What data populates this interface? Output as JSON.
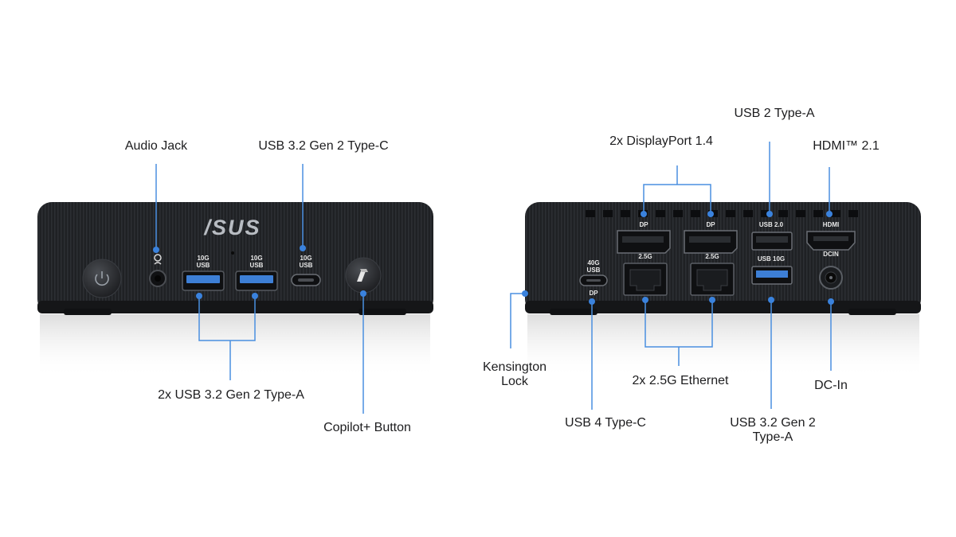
{
  "brand": {
    "logo_text": "/SUS"
  },
  "front_panel": {
    "labels": {
      "audio_jack": "Audio Jack",
      "usb_c": "USB 3.2 Gen 2 Type-C",
      "usb_a": "2x USB 3.2 Gen 2 Type-A",
      "copilot": "Copilot+ Button"
    },
    "port_text": {
      "usb_a_1": [
        "10G",
        "USB"
      ],
      "usb_a_2": [
        "10G",
        "USB"
      ],
      "usb_c": [
        "10G",
        "USB"
      ]
    }
  },
  "rear_panel": {
    "labels": {
      "usb2": "USB 2 Type-A",
      "displayport": "2x DisplayPort 1.4",
      "hdmi": "HDMI™ 2.1",
      "kensington": [
        "Kensington",
        "Lock"
      ],
      "ethernet": "2x 2.5G Ethernet",
      "dc_in": "DC-In",
      "usb4": "USB 4 Type-C",
      "usb32_a": [
        "USB 3.2 Gen 2",
        "Type-A"
      ]
    },
    "port_text": {
      "dp": "DP",
      "lan": "2.5G",
      "usb2": "USB 2.0",
      "usb10g": "USB 10G",
      "hdmi": "HDMI",
      "dcin": "DCIN",
      "usb4": [
        "40G",
        "USB"
      ],
      "usb4_dp": "DP"
    }
  },
  "colors": {
    "leader": "#4a8fe0",
    "dot": "#3a82dd",
    "chassis": "#1e2023",
    "usb_blue": "#3d7fd6"
  }
}
